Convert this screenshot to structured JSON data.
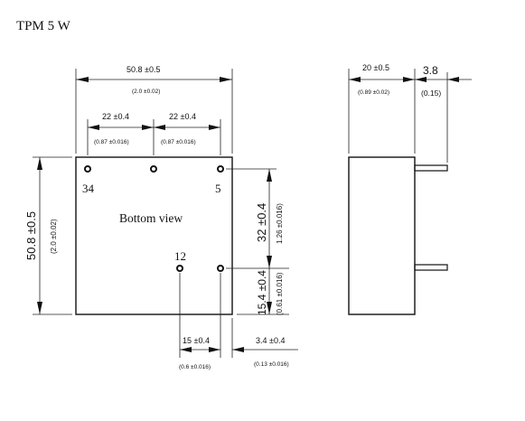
{
  "title": "TPM 5 W",
  "bottom_view_label": "Bottom view",
  "pins": {
    "p34": "34",
    "p5": "5",
    "p12": "12"
  },
  "dims": {
    "width": {
      "mm": "50.8 ±0.5",
      "in": "(2.0 ±0.02)"
    },
    "pitch_left": {
      "mm": "22 ±0.4",
      "in": "(0.87 ±0.016)"
    },
    "pitch_right": {
      "mm": "22 ±0.4",
      "in": "(0.87 ±0.016)"
    },
    "height": {
      "mm": "50.8 ±0.5",
      "in": "(2.0 ±0.02)"
    },
    "pin_vertical": {
      "mm": "32 ±0.4",
      "in": "1.26 ±0.016)"
    },
    "pin_edge": {
      "mm": "15.4 ±0.4",
      "in": "(0.61 ±0.016)"
    },
    "pin_gap": {
      "mm": "15 ±0.4",
      "in": "(0.6 ±0.016)"
    },
    "edge_gap": {
      "mm": "3.4 ±0.4",
      "in": "(0.13 ±0.016)"
    },
    "side_depth": {
      "mm": "20 ±0.5",
      "in": "(0.89 ±0.02)"
    },
    "pin_length": {
      "mm": "3.8",
      "in": "(0.15)"
    }
  }
}
